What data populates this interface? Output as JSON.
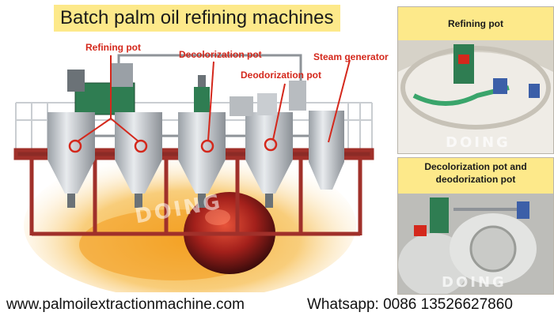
{
  "title": "Batch palm oil refining machines",
  "callouts": {
    "refining_pot": "Refining pot",
    "decolorization_pot": "Decolorization pot",
    "deodorization_pot": "Deodorization pot",
    "steam_generator": "Steam generator"
  },
  "panels": {
    "top_label": "Refining pot",
    "bottom_label_line1": "Decolorization pot and",
    "bottom_label_line2": "deodorization pot"
  },
  "watermark": "DOING",
  "footer": {
    "website": "www.palmoilextractionmachine.com",
    "whatsapp": "Whatsapp: 0086 13526627860"
  }
}
